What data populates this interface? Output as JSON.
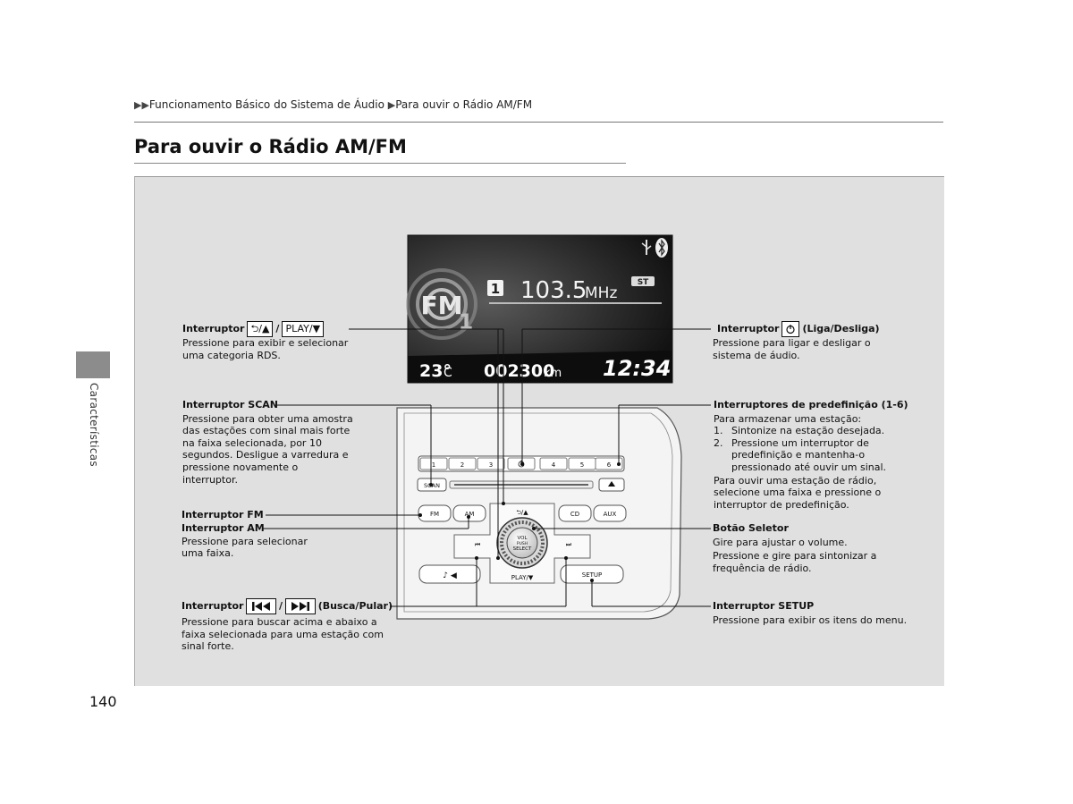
{
  "breadcrumb": {
    "item1": "Funcionamento Básico do Sistema de Áudio",
    "item2": "Para ouvir o Rádio AM/FM"
  },
  "page_title": "Para ouvir o Rádio AM/FM",
  "side_tab": "Características",
  "page_number": "140",
  "display": {
    "band": "FM",
    "band_sub": "1",
    "preset": "1",
    "frequency": "103.5",
    "freq_unit": "MHz",
    "stereo": "ST",
    "temperature": "23°",
    "temp_unit": "C",
    "odometer": "002300",
    "odo_unit": "km",
    "clock": "12:34"
  },
  "unit_labels": {
    "preset1": "1",
    "preset2": "2",
    "preset3": "3",
    "preset4": "4",
    "preset5": "5",
    "preset6": "6",
    "scan": "SCAN",
    "fm": "FM",
    "am": "AM",
    "cd": "CD",
    "aux": "AUX",
    "back": "⮌/▲",
    "play": "PLAY/▼",
    "setup": "SETUP",
    "knob1": "VOL",
    "knob2": "PUSH",
    "knob3": "SELECT"
  },
  "callouts": {
    "rds": {
      "prefix": "Interruptor",
      "btn1": "⮌/▲",
      "sep": "/",
      "btn2": "PLAY/▼",
      "text": "Pressione para exibir e selecionar uma categoria RDS."
    },
    "power": {
      "prefix": "Interruptor",
      "suffix": "(Liga/Desliga)",
      "text": "Pressione para ligar e desligar o sistema de áudio."
    },
    "scan": {
      "title": "Interruptor SCAN",
      "text": "Pressione para obter uma amostra das estações com sinal mais forte na faixa selecionada, por 10 segundos. Desligue a varredura e pressione novamente o interruptor."
    },
    "presets": {
      "title": "Interruptores de predefinição (1-6)",
      "intro": "Para armazenar uma estação:",
      "step1_n": "1.",
      "step1": "Sintonize na estação desejada.",
      "step2_n": "2.",
      "step2": "Pressione um interruptor de predefinição e mantenha-o pressionado até ouvir um sinal.",
      "outro": "Para ouvir uma estação de rádio, selecione uma faixa e pressione o interruptor de predefinição."
    },
    "fm": {
      "title": "Interruptor FM"
    },
    "am": {
      "title": "Interruptor AM",
      "text": "Pressione para selecionar uma faixa."
    },
    "selector": {
      "title": "Botão Seletor",
      "text1": "Gire para ajustar o volume.",
      "text2": "Pressione e gire para sintonizar a frequência de rádio."
    },
    "seek": {
      "prefix": "Interruptor",
      "sep": "/",
      "suffix": "(Busca/Pular)",
      "text": "Pressione para buscar acima e abaixo a faixa selecionada para uma estação com sinal forte."
    },
    "setup": {
      "title": "Interruptor SETUP",
      "text": "Pressione para exibir os itens do menu."
    }
  }
}
